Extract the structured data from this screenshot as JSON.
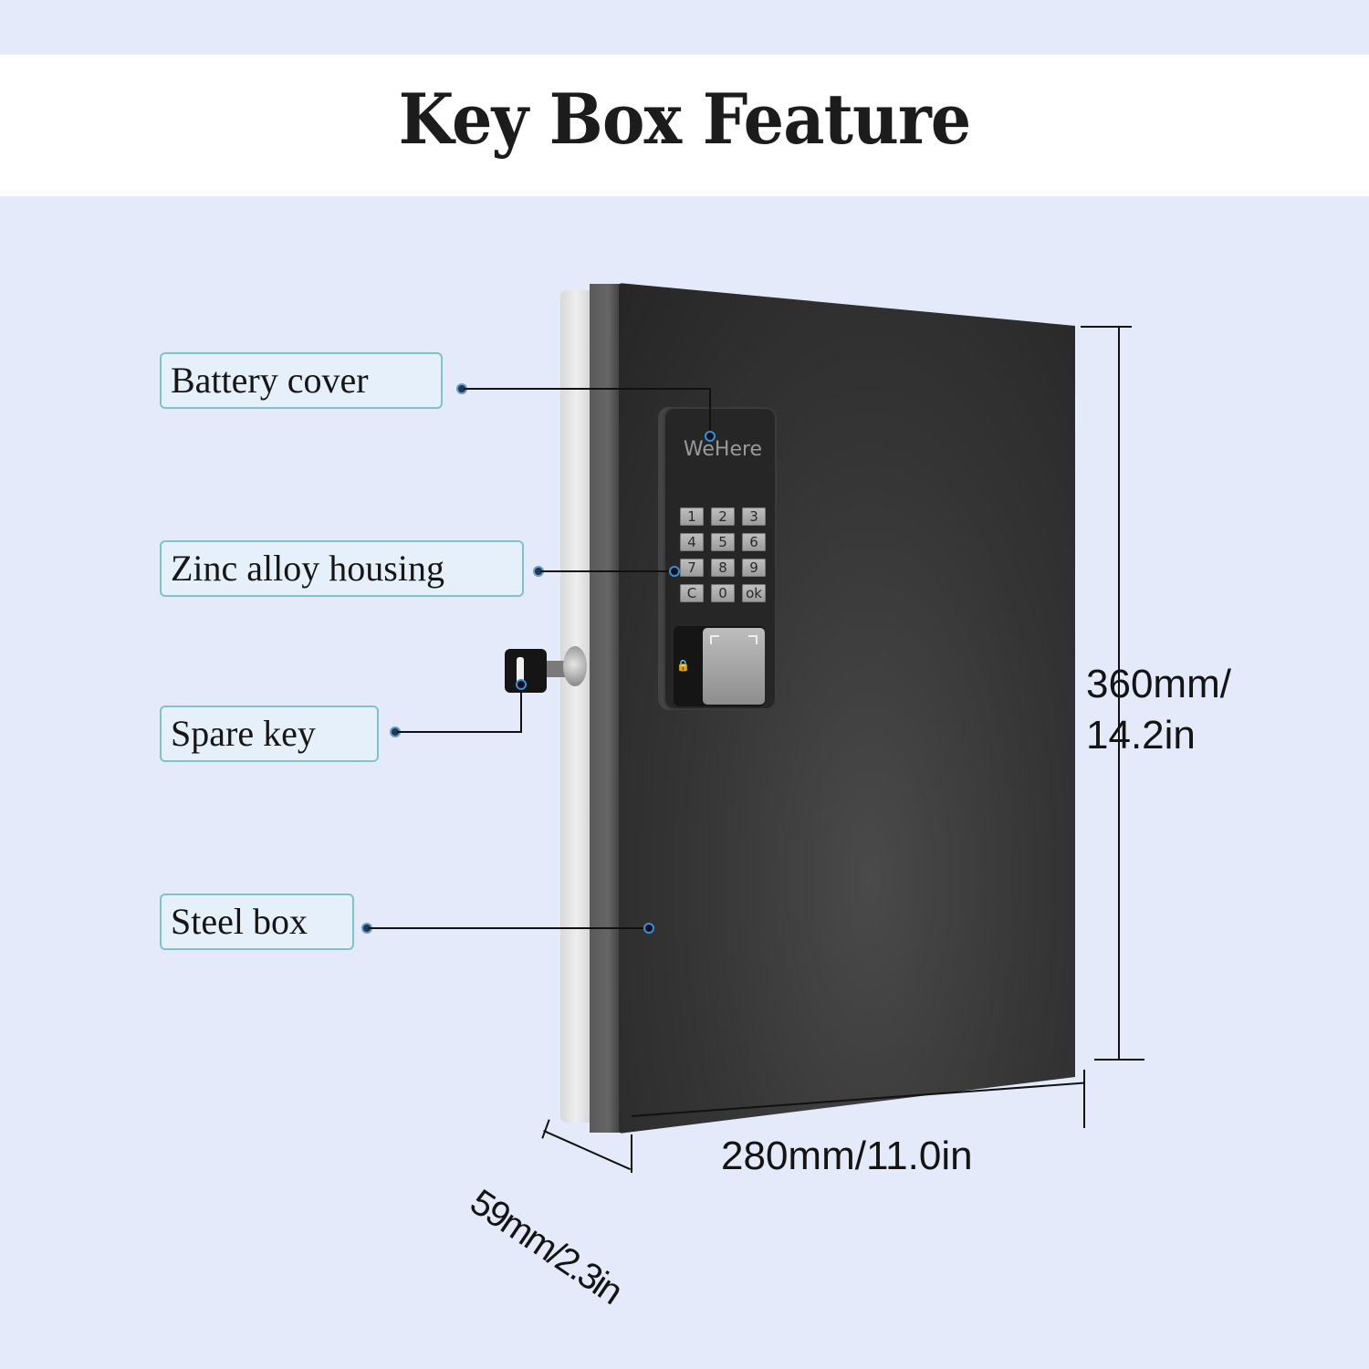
{
  "header": {
    "title": "Key Box Feature"
  },
  "product": {
    "brand": "WeHere",
    "keypad_keys": [
      "1",
      "2",
      "3",
      "4",
      "5",
      "6",
      "7",
      "8",
      "9",
      "C",
      "0",
      "ok"
    ],
    "colors": {
      "background": "#e4eaf9",
      "title_band": "#ffffff",
      "label_border": "#7fc3c7",
      "box_body": "#2c2c2c",
      "callout_ring": "#3a8fd4"
    }
  },
  "callouts": [
    {
      "label": "Battery cover",
      "target": "battery-cover"
    },
    {
      "label": "Zinc alloy housing",
      "target": "keypad-housing"
    },
    {
      "label": "Spare key",
      "target": "spare-key"
    },
    {
      "label": "Steel box",
      "target": "box-body"
    }
  ],
  "dimensions": {
    "height": {
      "line1": "360mm/",
      "line2": "14.2in"
    },
    "width": "280mm/11.0in",
    "depth": "59mm/2.3in"
  }
}
